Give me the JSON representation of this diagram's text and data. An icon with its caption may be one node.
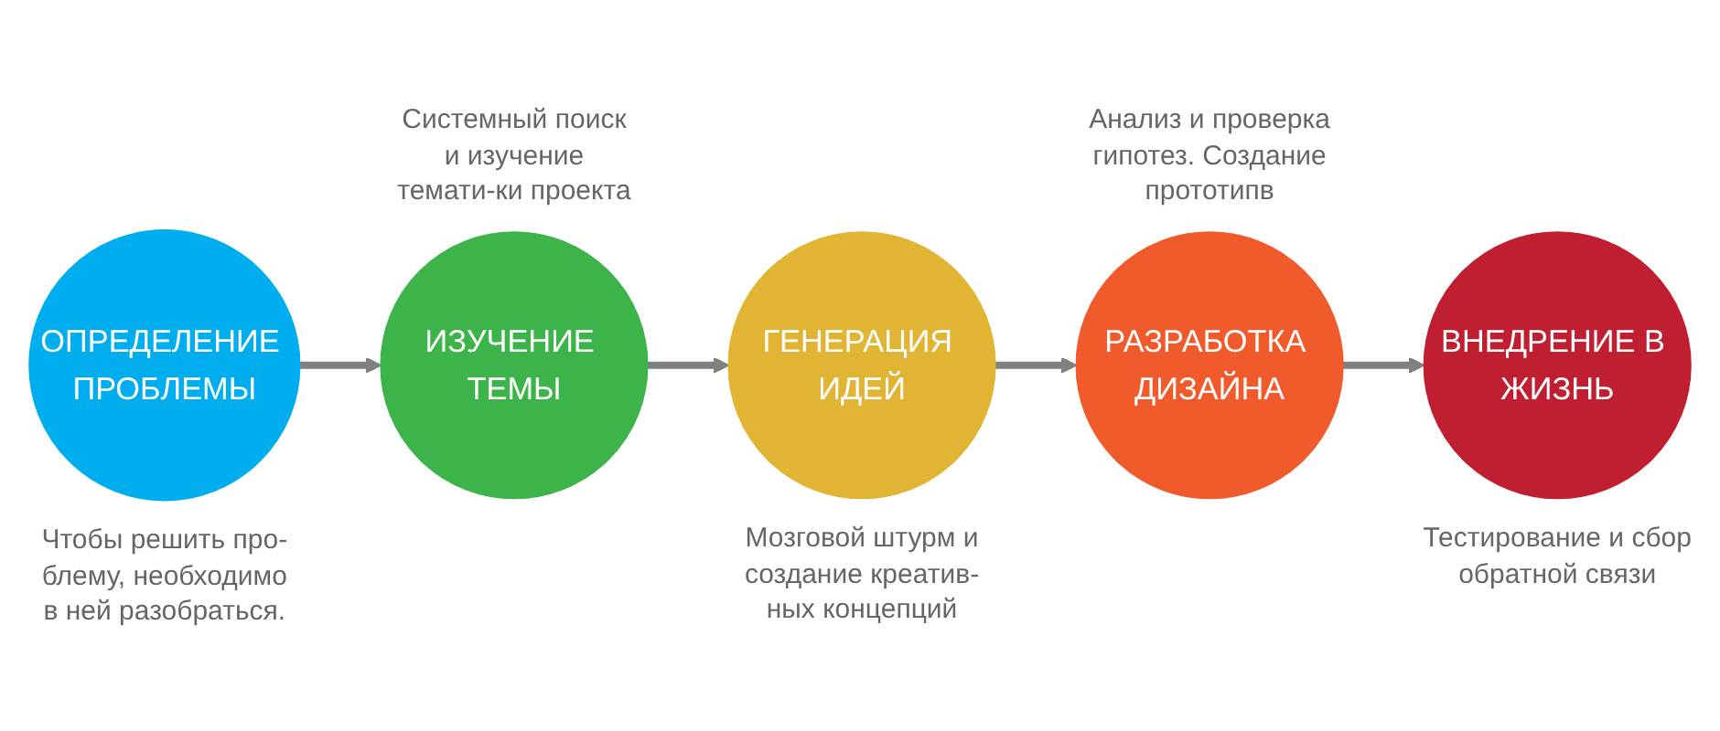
{
  "diagram": {
    "nodes": [
      {
        "text": [
          "ОПРЕДЕЛЕНИЕ ПРОБЛЕМЫ"
        ],
        "beside": [
          "Чтобы решить про-блему, необходимо в ней разобраться."
        ]
      },
      {
        "text": [
          "ИЗУЧЕНИЕ ТЕМЫ"
        ],
        "beside": [
          "Системный поиск и изучение темати-ки проекта"
        ]
      },
      {
        "text": [
          "ГЕНЕРАЦИЯ ИДЕЙ"
        ],
        "beside": [
          "Мозговой штурм и создание креатив-ных концепций"
        ]
      },
      {
        "text": [
          "РАЗРАБОТКА ДИЗАЙНА"
        ],
        "beside": [
          "Анализ и проверка гипотез. Создание прототипв"
        ]
      },
      {
        "text": [
          "ВНЕДРЕНИЕ В ЖИЗНЬ"
        ],
        "beside": [
          "Тестирование и сбор обратной связи"
        ]
      }
    ],
    "edges": [
      {
        "from": 0,
        "to": 1,
        "arrow": "to"
      },
      {
        "from": 1,
        "to": 2,
        "arrow": "to"
      },
      {
        "from": 2,
        "to": 3,
        "arrow": "to"
      },
      {
        "from": 3,
        "to": 4,
        "arrow": "to"
      }
    ]
  }
}
